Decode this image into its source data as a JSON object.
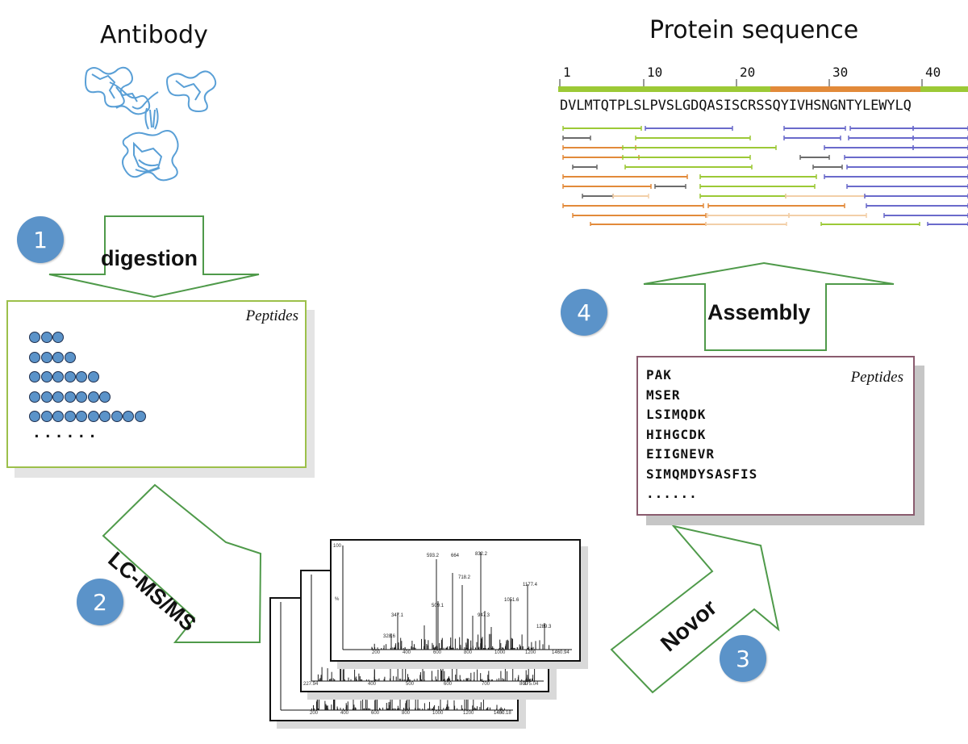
{
  "antibody": {
    "title": "Antibody"
  },
  "protein": {
    "title": "Protein sequence",
    "sequence": "DVLMTQTPLSLPVSLGDQASISCRSSQYIVHSNGNTYLEWYLQ",
    "ticks": [
      "1",
      "10",
      "20",
      "30",
      "40"
    ]
  },
  "steps": {
    "s1": "1",
    "s2": "2",
    "s3": "3",
    "s4": "4"
  },
  "arrows": {
    "digestion": "digestion",
    "lcms": "LC-MS/MS",
    "novor": "Novor",
    "assembly": "Assembly"
  },
  "left_box": {
    "label": "Peptides",
    "rows": [
      3,
      4,
      6,
      7,
      10
    ],
    "ellipsis": "......"
  },
  "right_box": {
    "label": "Peptides",
    "peptides": [
      "PAK",
      "MSER",
      "LSIMQDK",
      "HIHGCDK",
      "EIIGNEVR",
      "SIMQMDYSASFIS"
    ],
    "ellipsis": "......"
  },
  "spectra": {
    "front_peaks": [
      "593.2",
      "664",
      "832.2",
      "718.2",
      "509.1",
      "347.1",
      "1051.6",
      "1177.4",
      "947.3",
      "1289.3",
      "328.6"
    ],
    "front_axis": [
      "200",
      "400",
      "600",
      "800",
      "1000",
      "1200"
    ],
    "front_end": "1460.94",
    "front_ymax": "100",
    "front_ylabel": "%",
    "mid_axis": [
      "400",
      "500",
      "600",
      "700",
      "800"
    ],
    "mid_start": "227.94",
    "mid_end": "875.04",
    "back_axis": [
      "200",
      "400",
      "600",
      "800",
      "1000",
      "1200",
      "1400"
    ],
    "back_end": "1460.18"
  },
  "colors": {
    "badge": "#5b93c9",
    "green": "#9cc936",
    "orange": "#e28a3a",
    "purple": "#6a6acb",
    "gray": "#6b6b6b",
    "peach": "#f2cfa8"
  }
}
